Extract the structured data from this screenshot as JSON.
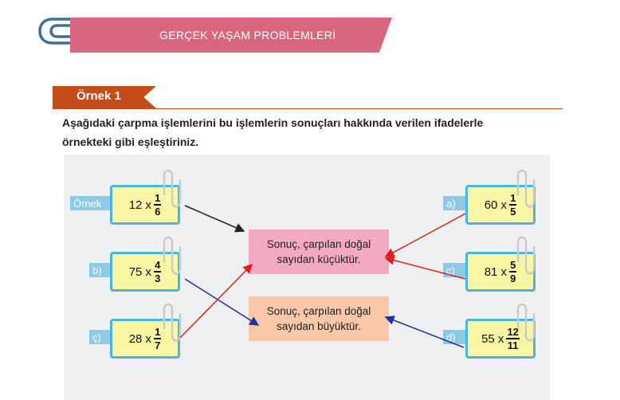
{
  "header": {
    "title": "GERÇEK YAŞAM PROBLEMLERİ"
  },
  "example": {
    "tab_label": "Örnek 1",
    "instruction_line1": "Aşağıdaki çarpma işlemlerini bu işlemlerin sonuçları hakkında verilen ifadelerle",
    "instruction_line2": "örnekteki gibi eşleştiriniz."
  },
  "left_cards": [
    {
      "tag": "Örnek",
      "whole": "12 x",
      "num": "1",
      "den": "6"
    },
    {
      "tag": "b)",
      "whole": "75 x",
      "num": "4",
      "den": "3"
    },
    {
      "tag": "ç)",
      "whole": "28 x",
      "num": "1",
      "den": "7"
    }
  ],
  "right_cards": [
    {
      "tag": "a)",
      "whole": "60 x",
      "num": "1",
      "den": "5"
    },
    {
      "tag": "c)",
      "whole": "81 x",
      "num": "5",
      "den": "9"
    },
    {
      "tag": "d)",
      "whole": "55 x",
      "num": "12",
      "den": "11"
    }
  ],
  "results": [
    {
      "line1": "Sonuç, çarpılan doğal",
      "line2": "sayıdan küçüktür.",
      "color": "#f4a9c3"
    },
    {
      "line1": "Sonuç, çarpılan doğal",
      "line2": "sayıdan büyüktür.",
      "color": "#f8c8a8"
    }
  ],
  "colors": {
    "black_arrow": "#222222",
    "red_arrow": "#e0201c",
    "blue_arrow": "#1f2fa8",
    "card_border": "#4cb5df"
  }
}
